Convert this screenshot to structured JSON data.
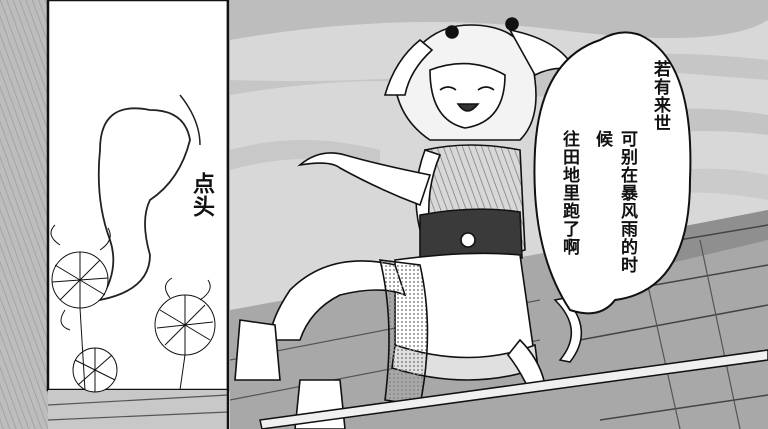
{
  "speech_bubble": {
    "columns": [
      "若有来世",
      "可别在暴风雨的时候",
      "往田地里跑了啊"
    ]
  },
  "sound_effect": {
    "text": "点头"
  },
  "colors": {
    "ink": "#111111",
    "sky": "#cfcfcf",
    "deck": "#9a9a9a",
    "paper": "#ffffff"
  },
  "icons": [
    "spirit-wisp-icon",
    "spider-lily-icon",
    "scythe-icon"
  ]
}
